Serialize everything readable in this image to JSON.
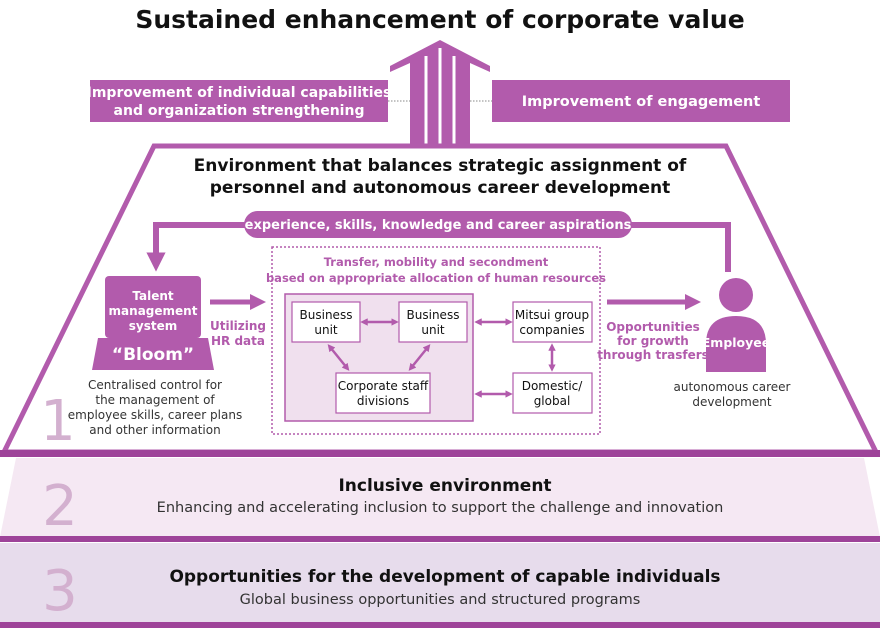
{
  "colors": {
    "accent": "#b25bac",
    "accent_light": "#d7aad2",
    "dark_band": "#9e4399",
    "layer2_fill": "#f5e8f3",
    "layer3_fill": "#e7dcec",
    "numeral": "#d3b0cf",
    "text_dark": "#111111",
    "text_gray": "#333333"
  },
  "top": {
    "title": "Sustained enhancement of corporate value",
    "left_box": [
      "Improvement of individual capabilities",
      "and organization strengthening"
    ],
    "right_box": "Improvement of engagement"
  },
  "layer1": {
    "number": "1",
    "title": [
      "Environment that balances strategic assignment of",
      "personnel and autonomous career development"
    ],
    "feedback_label": "experience, skills, knowledge and career aspirations",
    "talent_box": [
      "Talent",
      "management",
      "system"
    ],
    "bloom": "“Bloom”",
    "utilizing": [
      "Utilizing",
      "HR data"
    ],
    "talent_desc": [
      "Centralised control for",
      "the management of",
      "employee skills, career plans",
      "and other information"
    ],
    "transfer_title": [
      "Transfer, mobility and secondment",
      "based on appropriate allocation of human resources"
    ],
    "business_unit_a": [
      "Business",
      "unit"
    ],
    "business_unit_b": [
      "Business",
      "unit"
    ],
    "corporate_staff": [
      "Corporate staff",
      "divisions"
    ],
    "mitsui_group": [
      "Mitsui group",
      "companies"
    ],
    "domestic_global": [
      "Domestic/",
      "global"
    ],
    "opportunities": [
      "Opportunities",
      "for growth",
      "through trasfers"
    ],
    "employee": "Employee",
    "employee_desc": [
      "autonomous career",
      "development"
    ]
  },
  "layer2": {
    "number": "2",
    "title": "Inclusive environment",
    "subtitle": "Enhancing and accelerating inclusion to support the challenge and innovation"
  },
  "layer3": {
    "number": "3",
    "title": "Opportunities for the development of capable individuals",
    "subtitle": "Global business opportunities and structured programs"
  }
}
